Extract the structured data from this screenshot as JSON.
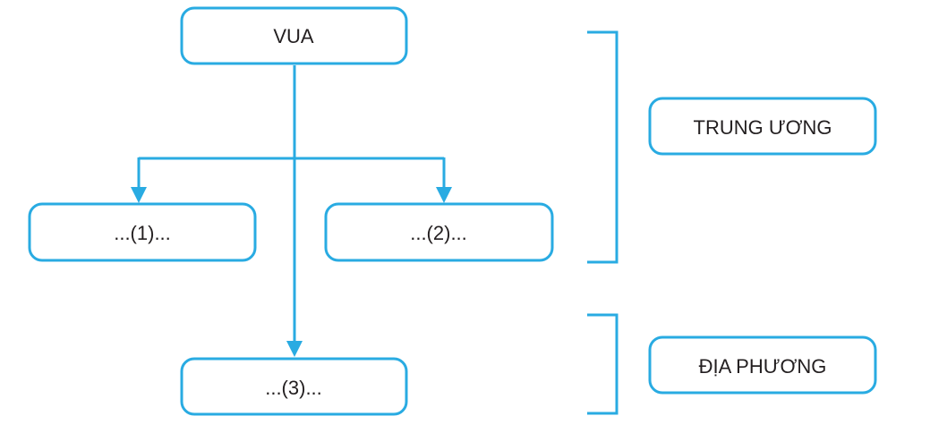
{
  "colors": {
    "stroke": "#29abe2",
    "text": "#231f20",
    "background": "#ffffff"
  },
  "nodes": {
    "king": "VUA",
    "blank1": "...(1)...",
    "blank2": "...(2)...",
    "blank3": "...(3)..."
  },
  "levels": {
    "central": "TRUNG ƯƠNG",
    "local": "ĐỊA PHƯƠNG"
  }
}
